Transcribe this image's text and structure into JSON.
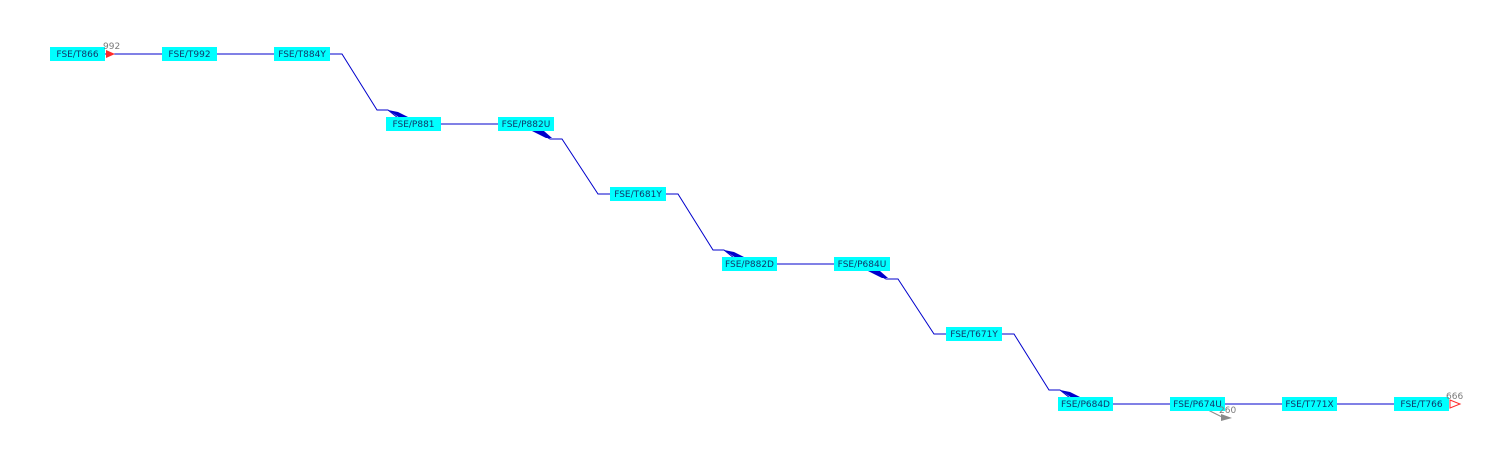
{
  "nodes": [
    {
      "id": "n1",
      "label": "FSE/T866"
    },
    {
      "id": "n2",
      "label": "FSE/T992"
    },
    {
      "id": "n3",
      "label": "FSE/T884Y"
    },
    {
      "id": "n4",
      "label": "FSE/P881"
    },
    {
      "id": "n5",
      "label": "FSE/P882U"
    },
    {
      "id": "n6",
      "label": "FSE/T681Y"
    },
    {
      "id": "n7",
      "label": "FSE/P882D"
    },
    {
      "id": "n8",
      "label": "FSE/P684U"
    },
    {
      "id": "n9",
      "label": "FSE/T671Y"
    },
    {
      "id": "n10",
      "label": "FSE/P684D"
    },
    {
      "id": "n11",
      "label": "FSE/P674U"
    },
    {
      "id": "n12",
      "label": "FSE/T771X"
    },
    {
      "id": "n13",
      "label": "FSE/T766"
    }
  ],
  "annotations": {
    "start_code": "992",
    "end_code": "666",
    "branch_code": "260"
  },
  "colors": {
    "node_fill": "#00ffff",
    "link": "#0000cc",
    "start_marker": "#ff2a2a",
    "end_marker": "#ff2a2a",
    "branch_marker": "#8a8a8a"
  }
}
